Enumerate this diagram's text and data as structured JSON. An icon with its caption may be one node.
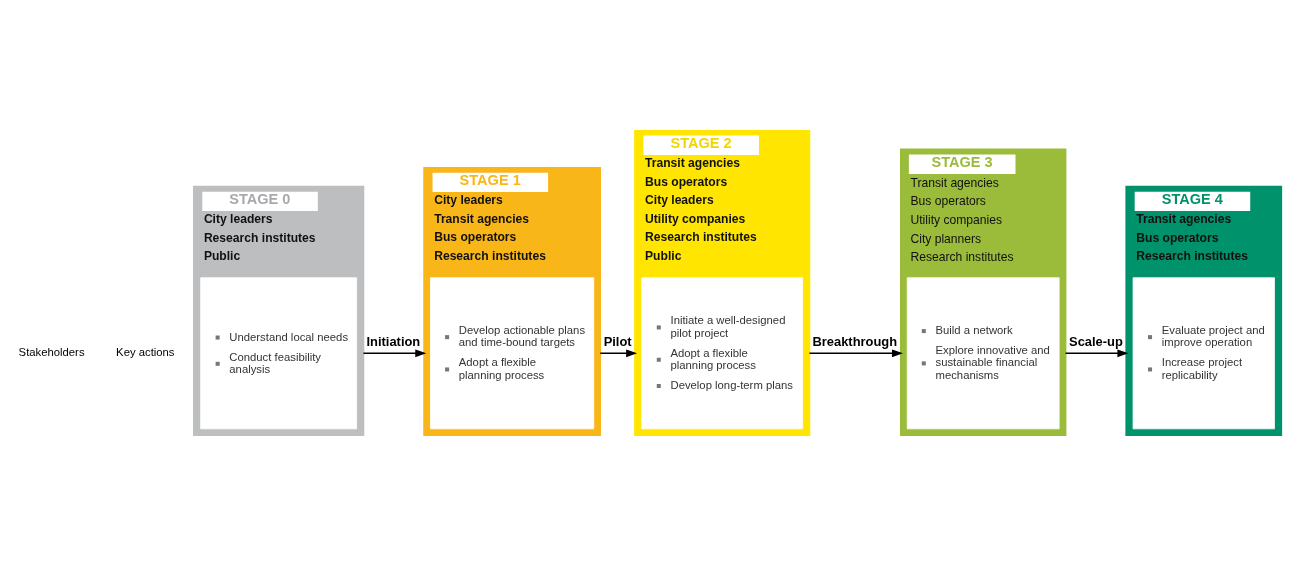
{
  "diagram": {
    "nodes": [
      {
        "text": [
          "STAGE 0",
          "City leaders",
          "Research institutes",
          "Public"
        ]
      },
      {
        "text": [
          "Understand local needs",
          "Conduct feasibility analysis"
        ],
        "in": 0
      },
      {
        "text": [
          "STAGE 1",
          "City leaders",
          "Transit agencies",
          "Bus operators",
          "Research institutes"
        ]
      },
      {
        "text": [
          "Develop actionable plans and time-bound targets",
          "Adopt a flexible planning process"
        ],
        "in": 2
      },
      {
        "text": [
          "STAGE 2",
          "Transit agencies",
          "Bus operators",
          "City leaders",
          "Utility companies",
          "Research institutes",
          "Public"
        ]
      },
      {
        "text": [
          "Initiate a well-designed pilot project",
          "Adopt a flexible planning process",
          "Develop long-term plans"
        ],
        "in": 4
      },
      {
        "text": [
          "STAGE 3",
          "Transit agencies",
          "Bus operators",
          "Utility companies",
          "City planners",
          "Research institutes"
        ]
      },
      {
        "text": [
          "Build a network",
          "Explore innovative and sustainable financial mechanisms"
        ],
        "in": 6
      },
      {
        "text": [
          "STAGE 4",
          "Transit agencies",
          "Bus operators",
          "Research institutes"
        ]
      },
      {
        "text": [
          "Evaluate project and improve operation",
          "Increase project replicability"
        ],
        "in": 8
      }
    ],
    "edges": [
      {
        "from": 0,
        "to": 2,
        "arrow": "to",
        "label": "Initiation"
      },
      {
        "from": 2,
        "to": 4,
        "arrow": "to",
        "label": "Pilot"
      },
      {
        "from": 4,
        "to": 6,
        "arrow": "to",
        "label": "Breakthrough"
      },
      {
        "from": 6,
        "to": 8,
        "arrow": "to",
        "label": "Scale-up"
      }
    ],
    "labels": [
      "Stakeholders",
      "Key actions"
    ]
  }
}
